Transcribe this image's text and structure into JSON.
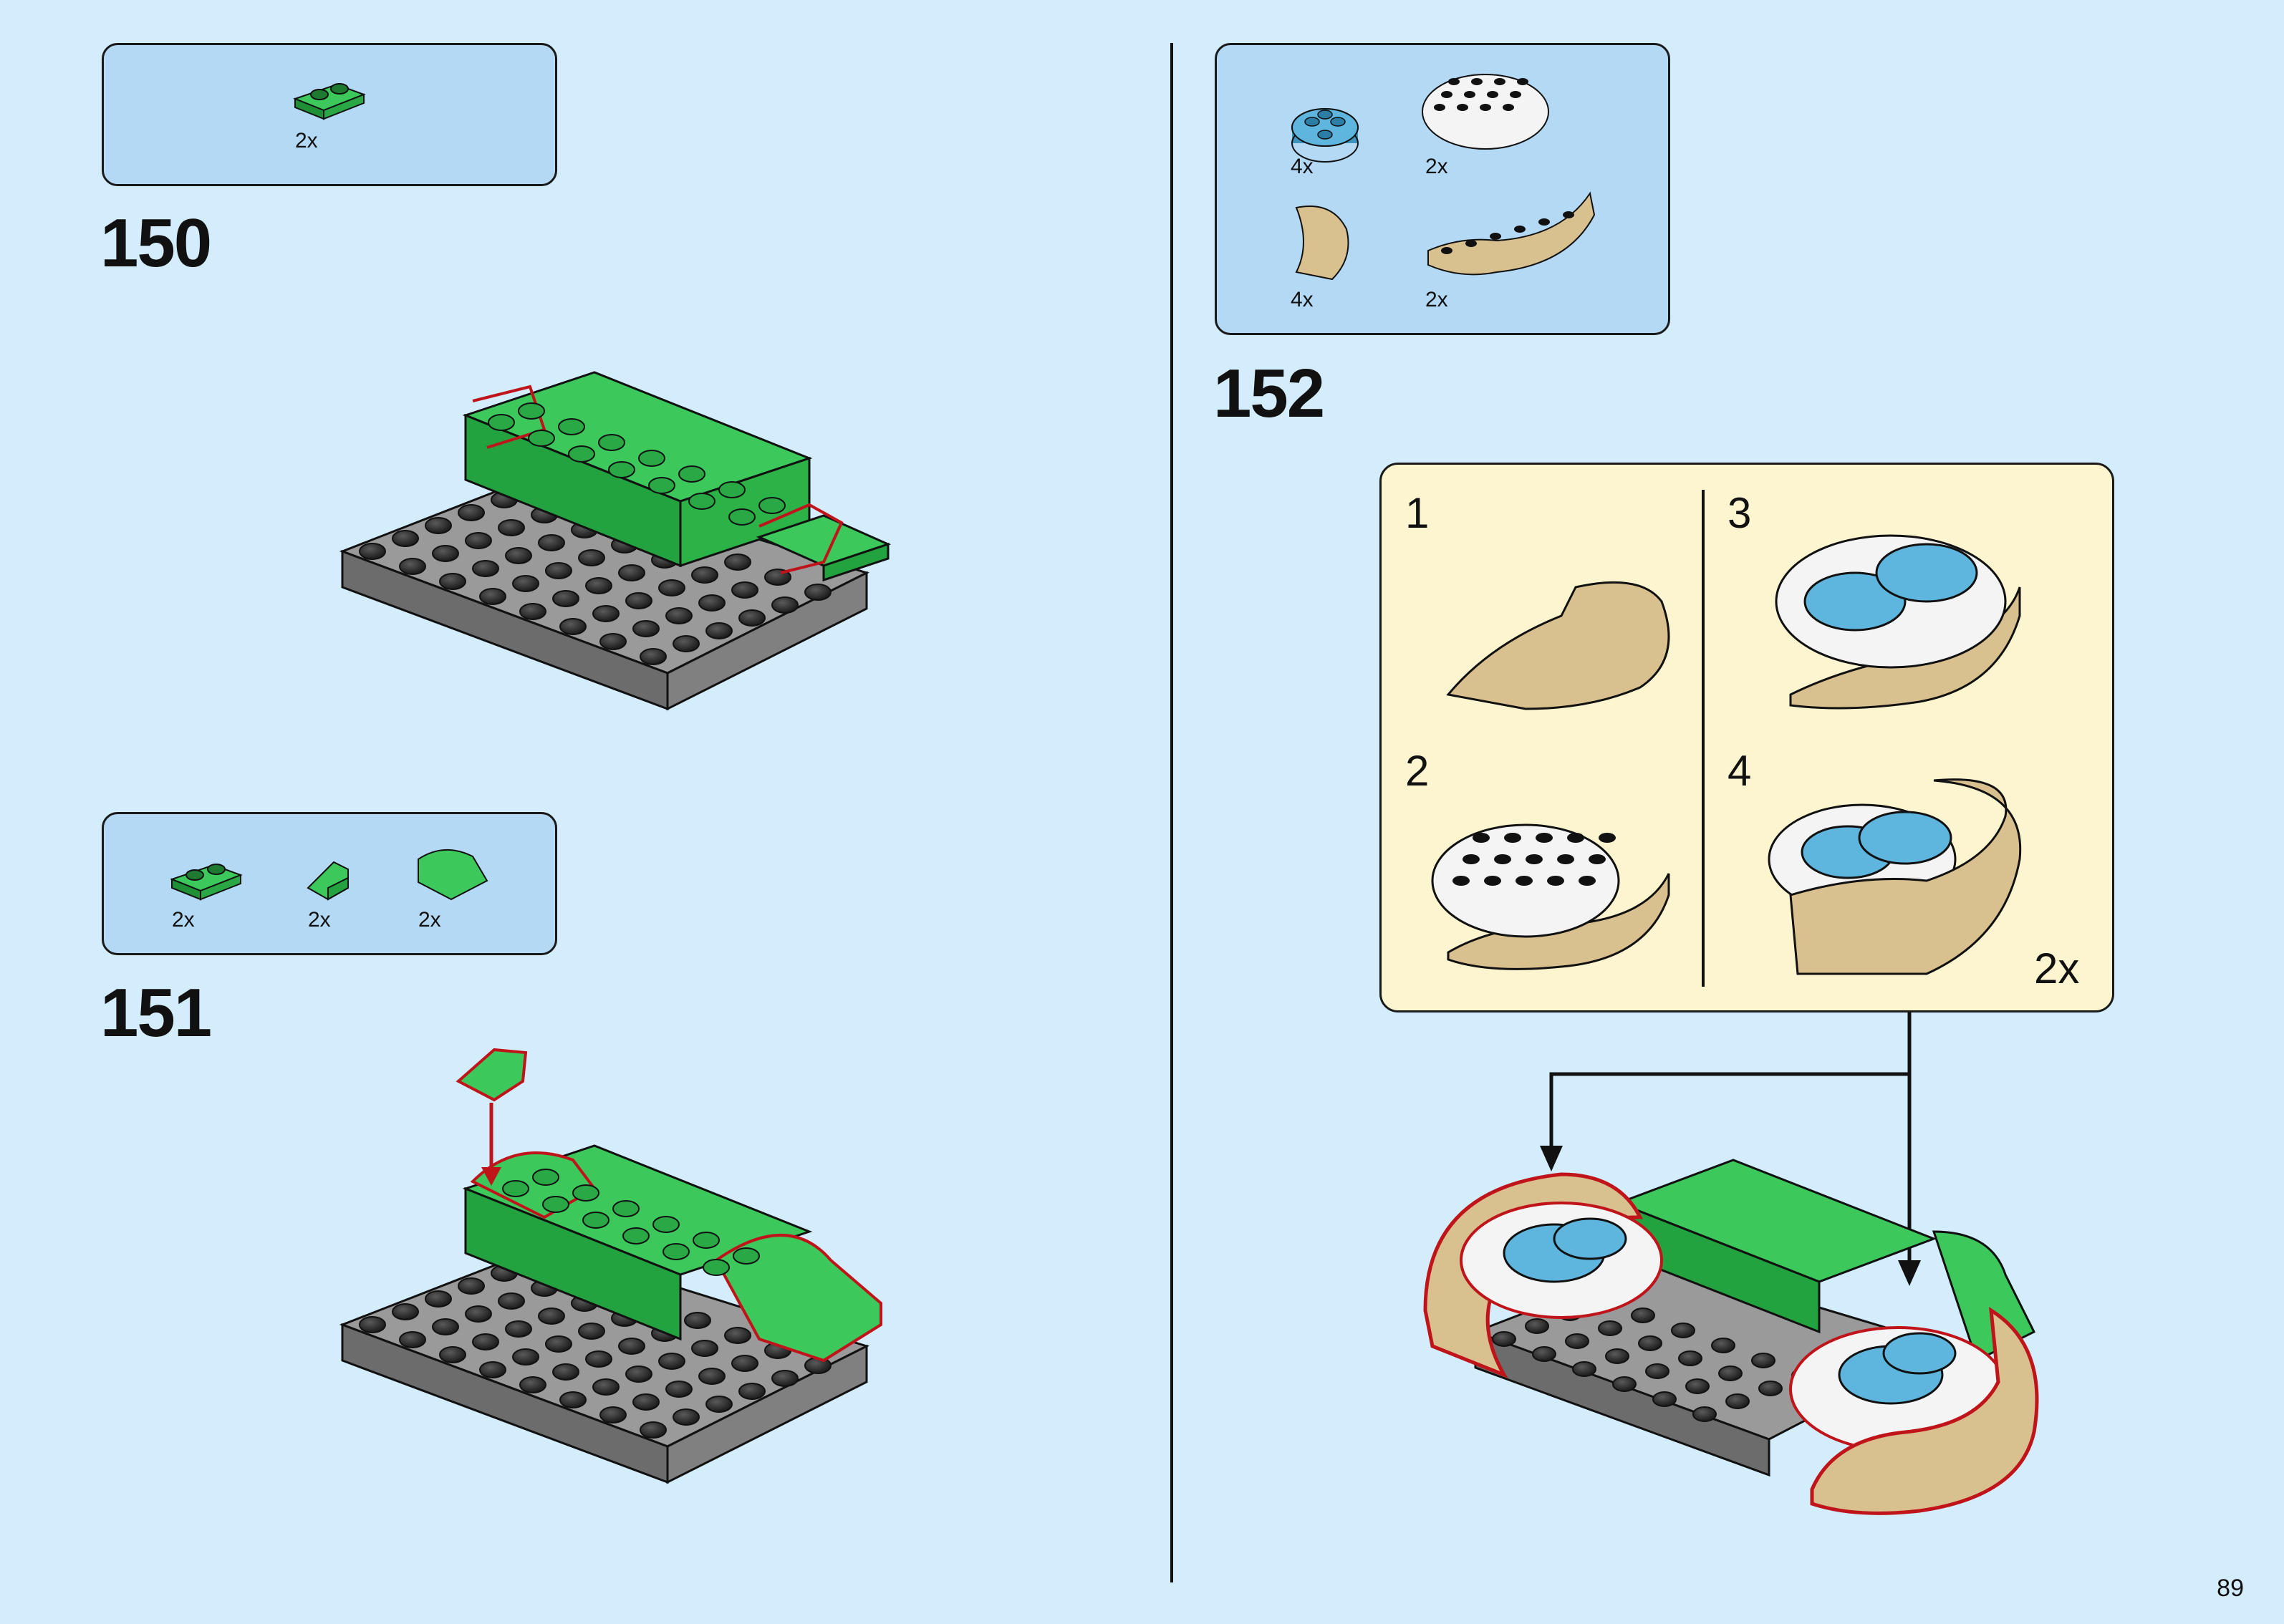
{
  "steps": [
    {
      "number": "150",
      "parts": [
        {
          "qty": "2x"
        }
      ]
    },
    {
      "number": "151",
      "parts": [
        {
          "qty": "2x"
        },
        {
          "qty": "2x"
        },
        {
          "qty": "2x"
        }
      ]
    },
    {
      "number": "152",
      "parts": [
        {
          "qty": "4x"
        },
        {
          "qty": "2x"
        },
        {
          "qty": "4x"
        },
        {
          "qty": "2x"
        }
      ]
    }
  ],
  "callout": {
    "substeps": [
      "1",
      "2",
      "3",
      "4"
    ],
    "multiplier": "2x"
  },
  "page_number": "89",
  "colors": {
    "background": "#d4edfd",
    "parts_box": "#b3d9f5",
    "callout": "#fdf5cf",
    "green": "#2fb54a",
    "tan": "#d8c08f",
    "azure": "#5eb6de",
    "highlight": "#c0141b"
  }
}
